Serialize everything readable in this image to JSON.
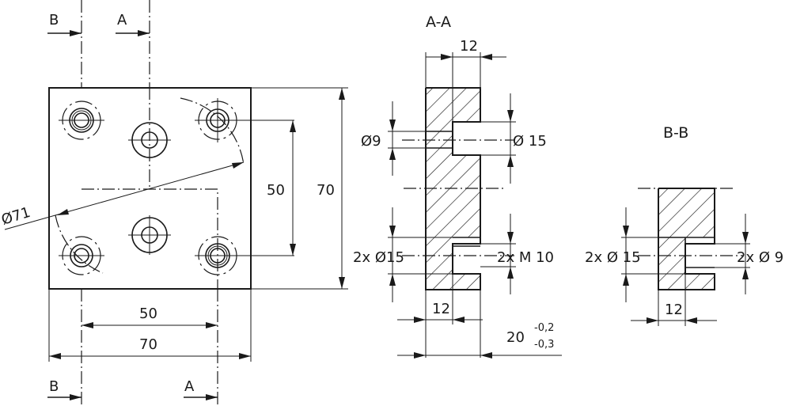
{
  "section_marks": {
    "top_b": "B",
    "top_a": "A",
    "bottom_b": "B",
    "bottom_a": "A"
  },
  "plan_view": {
    "dim_diameter": "Ø71",
    "dim_inner_vertical": "50",
    "dim_outer_vertical": "70",
    "dim_inner_horizontal": "50",
    "dim_outer_horizontal": "70"
  },
  "section_aa": {
    "title": "A-A",
    "dim_top_width": "12",
    "dim_small_bore": "Ø9",
    "dim_large_bore": "Ø 15",
    "dim_counterbore": "2x Ø15",
    "dim_thread": "2x M 10",
    "dim_bottom_width": "12",
    "dim_thickness": "20",
    "tol_upper": "-0,2",
    "tol_lower": "-0,3"
  },
  "section_bb": {
    "title": "B-B",
    "dim_counterbore": "2x Ø 15",
    "dim_bore": "2x Ø 9",
    "dim_width": "12"
  }
}
